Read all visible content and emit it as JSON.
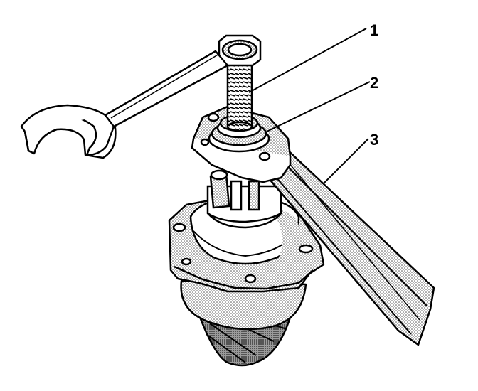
{
  "figure": {
    "callouts": [
      {
        "number": "1",
        "part": "threaded-spindle"
      },
      {
        "number": "2",
        "part": "holding-plate"
      },
      {
        "number": "3",
        "part": "long-handle-tool"
      }
    ]
  },
  "colors": {
    "ink": "#000000",
    "paper": "#ffffff",
    "screen_tone": "#bdbdbd",
    "light_tone": "#e6e6e6"
  }
}
